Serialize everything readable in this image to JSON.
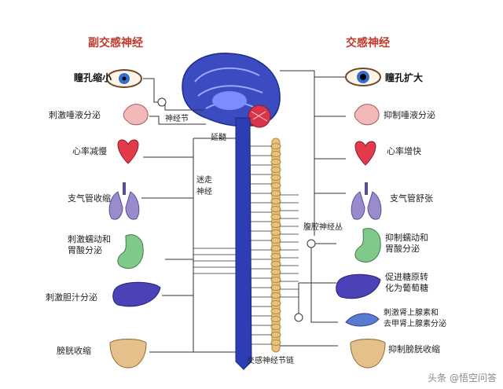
{
  "titles": {
    "left": "副交感神经",
    "right": "交感神经"
  },
  "center": {
    "ganglion": "神经节",
    "medulla": "延髓",
    "vagus": "迷走\n神经",
    "celiac": "腹腔神经丛",
    "chain": "交感神经节链"
  },
  "left_effects": [
    "瞳孔缩小",
    "刺激唾液分泌",
    "心率减慢",
    "支气管收缩",
    "刺激蠕动和\n胃酸分泌",
    "刺激胆汁分泌",
    "膀胱收缩"
  ],
  "right_effects": [
    "瞳孔扩大",
    "抑制唾液分泌",
    "心率增快",
    "支气管舒张",
    "抑制蠕动和\n胃酸分泌",
    "促进糖原转\n化为葡萄糖",
    "刺激肾上腺素和\n去甲肾上腺素分泌",
    "抑制膀胱收缩"
  ],
  "watermark": "头条 @悟空问答",
  "colors": {
    "title": "#c0392b",
    "cord": "#2d3db3",
    "chain": "#e8c27a"
  }
}
